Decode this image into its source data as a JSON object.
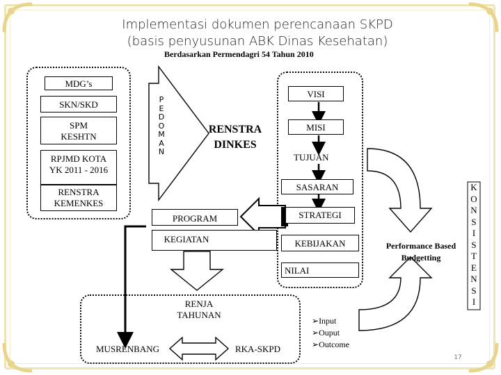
{
  "title": {
    "line1": "Implementasi dokumen perencanaan SKPD",
    "line2": "(basis penyusunan ABK Dinas Kesehatan)",
    "subtitle": "Berdasarkan Permendagri 54 Tahun 2010"
  },
  "left": {
    "mdgs": "MDG’s",
    "skn": "SKN/SKD",
    "spm": "SPM KESHTN",
    "rpjmd": "RPJMD KOTA YK 2011 - 2016",
    "renstra_kemenkes": "RENSTRA KEMENKES"
  },
  "pedoman": [
    "P",
    "E",
    "D",
    "O",
    "M",
    "A",
    "N"
  ],
  "renstra_dinkes": "RENSTRA DINKES",
  "right_column": {
    "visi": "VISI",
    "misi": "MISI",
    "tujuan": "TUJUAN",
    "sasaran": "SASARAN",
    "strategi": "STRATEGI",
    "kebijakan": "KEBIJAKAN",
    "nilai": "NILAI"
  },
  "middle": {
    "program": "PROGRAM",
    "kegiatan": "KEGIATAN"
  },
  "bottom": {
    "renja": "RENJA TAHUNAN",
    "musrenbang": "MUSRENBANG",
    "rka": "RKA-SKPD"
  },
  "outputs": [
    "Input",
    "Ouput",
    "Outcome"
  ],
  "performance": "Performance Based Budgetting",
  "konsistensi": [
    "K",
    "O",
    "N",
    "S",
    "I",
    "S",
    "T",
    "E",
    "N",
    "S",
    "I"
  ],
  "page_number": "17"
}
